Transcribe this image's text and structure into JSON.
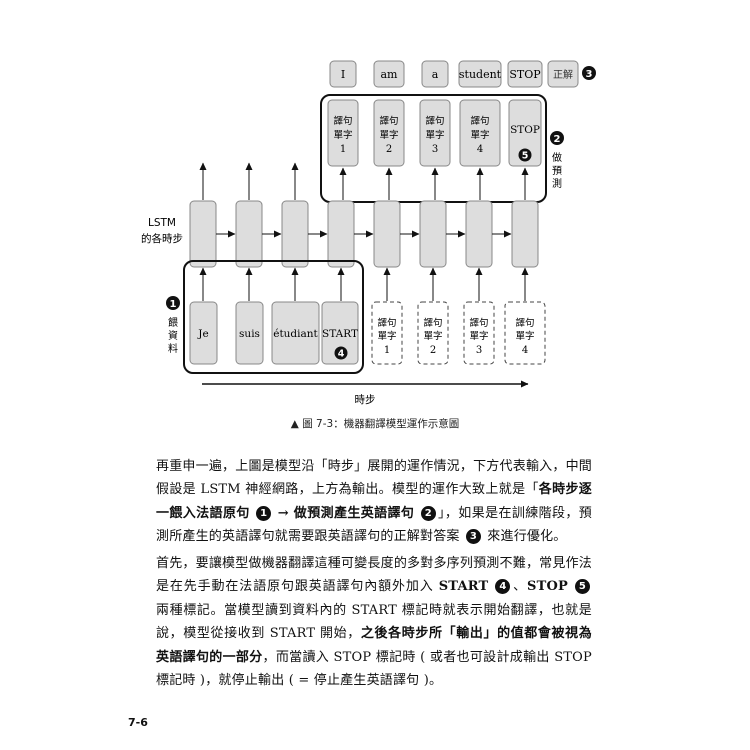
{
  "diagram": {
    "outputs": [
      "I",
      "am",
      "a",
      "student",
      "STOP"
    ],
    "answer_label": "正解",
    "answer_badge": "3",
    "pred_char_lines": [
      "譯句",
      "單字"
    ],
    "pred_numbers": [
      "1",
      "2",
      "3",
      "4"
    ],
    "pred_stop": "STOP",
    "pred_stop_badge": "5",
    "predict_badge": "2",
    "predict_label": [
      "做",
      "預",
      "測"
    ],
    "lstm_label": [
      "LSTM",
      "的各時步"
    ],
    "feed_badge": "1",
    "feed_label": [
      "餵",
      "資",
      "料"
    ],
    "inputs": [
      "Je",
      "suis",
      "étudiant",
      "START"
    ],
    "start_badge": "4",
    "dashed_char_lines": [
      "譯句",
      "單字"
    ],
    "dashed_numbers": [
      "1",
      "2",
      "3",
      "4"
    ],
    "time_label": "時步"
  },
  "caption": "▲ 圖 7-3：機器翻譯模型運作示意圖",
  "para1": {
    "t1": "再重申一遍，上圖是模型沿「時步」展開的運作情況，下方代表輸入，中間假設是 LSTM 神經網路，上方為輸出。模型的運作大致上就是「",
    "b1": "各時步逐一餵入法語原句",
    "n1": "1",
    "b2": "→ 做預測產生英語譯句",
    "n2": "2",
    "t2": "」，如果是在訓練階段，預測所產生的英語譯句就需要跟英語譯句的正解對答案",
    "n3": "3",
    "t3": "來進行優化。"
  },
  "para2": {
    "t1": "首先，要讓模型做機器翻譯這種可變長度的多對多序列預測不難，常見作法是在先手動在法語原句跟英語譯句內額外加入 ",
    "b1": "START",
    "n1": "4",
    "t2": "、",
    "b2": "STOP",
    "n2": "5",
    "t3": " 兩種標記。當模型讀到資料內的 START 標記時就表示開始翻譯，也就是說，模型從接收到 START 開始，",
    "b3": "之後各時步所「輸出」的值都會被視為英語譯句的一部分",
    "t4": "，而當讀入 STOP 標記時 ( 或者也可設計成輸出 STOP 標記時 )，就停止輸出 ( = 停止產生英語譯句 )。"
  },
  "page_number": "7-6"
}
